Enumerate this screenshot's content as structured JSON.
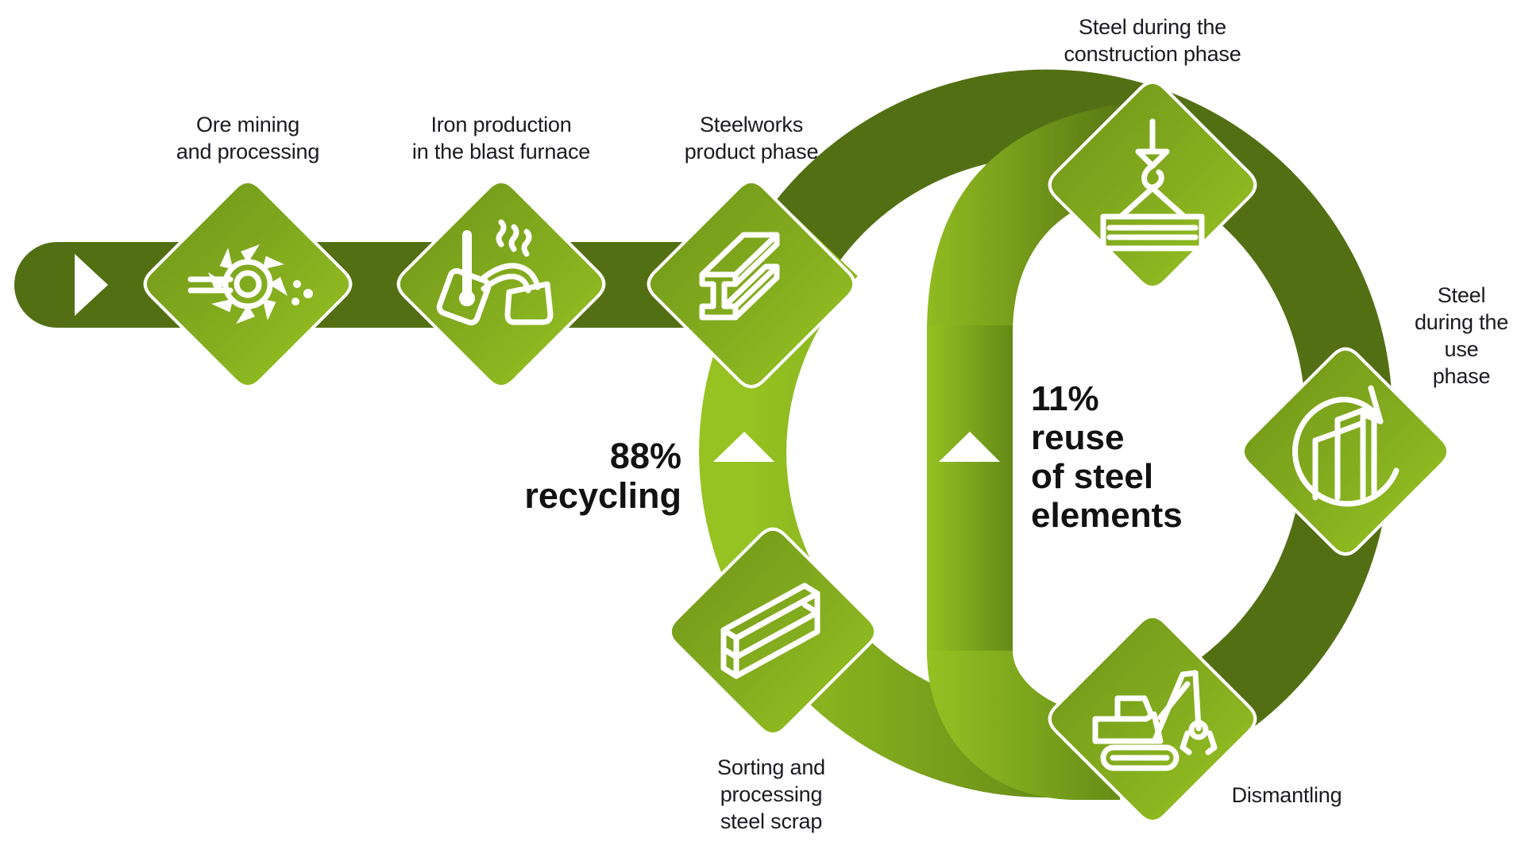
{
  "colors": {
    "dark_green": "#536f14",
    "mid_green": "#7a9e1d",
    "bright_green": "#94c022",
    "icon_white": "#ffffff",
    "text": "#1a1a22"
  },
  "stages": [
    {
      "id": "ore-mining",
      "label": "Ore mining\nand processing",
      "icon": "bucket-wheel-excavator-icon"
    },
    {
      "id": "iron-production",
      "label": "Iron production\nin the blast furnace",
      "icon": "blast-furnace-icon"
    },
    {
      "id": "steelworks",
      "label": "Steelworks\nproduct phase",
      "icon": "steel-i-beam-icon"
    },
    {
      "id": "construction",
      "label": "Steel during the\nconstruction phase",
      "icon": "crane-hook-load-icon"
    },
    {
      "id": "use-phase",
      "label": "Steel\nduring the\nuse\nphase",
      "icon": "building-cycle-icon"
    },
    {
      "id": "dismantling",
      "label": "Dismantling",
      "icon": "demolition-excavator-icon"
    },
    {
      "id": "sorting",
      "label": "Sorting and\nprocessing\nsteel scrap",
      "icon": "steel-bars-stack-icon"
    }
  ],
  "flows": {
    "recycling": {
      "percent": "88%",
      "label": "recycling",
      "text": "88%\nrecycling",
      "direction": "up"
    },
    "reuse": {
      "percent": "11%",
      "label": "reuse of steel elements",
      "text": "11%\nreuse\nof steel\nelements",
      "direction": "up"
    },
    "entry_arrow": "play-arrow-icon"
  }
}
